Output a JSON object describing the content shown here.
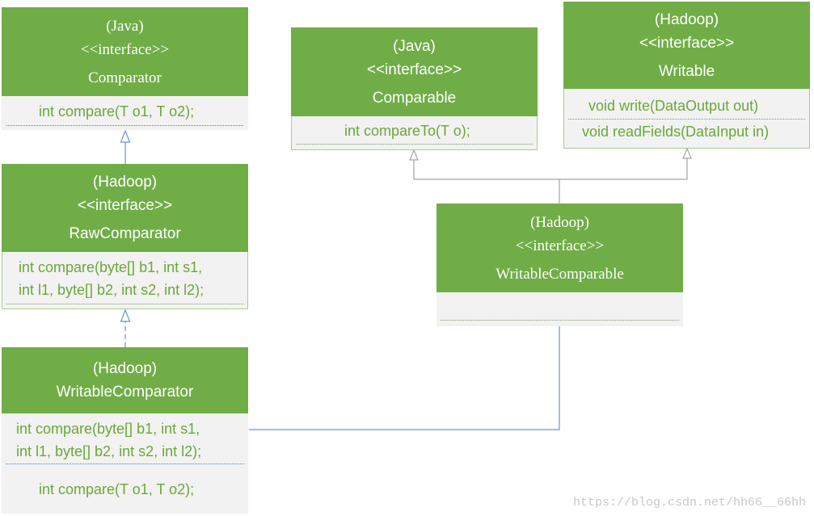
{
  "boxes": {
    "comparator": {
      "lang": "(Java)",
      "stereotype": "<<interface>>",
      "name": "Comparator",
      "methods": [
        "int compare(T o1, T o2);"
      ]
    },
    "raw_comparator": {
      "lang": "(Hadoop)",
      "stereotype": "<<interface>>",
      "name": "RawComparator",
      "methods": [
        "int compare(byte[] b1, int s1,",
        "int l1, byte[] b2, int s2, int l2);"
      ]
    },
    "writable_comparator": {
      "lang": "(Hadoop)",
      "name": "WritableComparator",
      "methods": [
        "int compare(byte[] b1, int s1,",
        "int l1, byte[] b2, int s2, int l2);",
        "int compare(T o1, T o2);"
      ]
    },
    "comparable": {
      "lang": "(Java)",
      "stereotype": "<<interface>>",
      "name": "Comparable",
      "methods": [
        "int compareTo(T o);"
      ]
    },
    "writable": {
      "lang": "(Hadoop)",
      "stereotype": "<<interface>>",
      "name": "Writable",
      "methods": [
        "void write(DataOutput out)",
        "void readFields(DataInput in)"
      ]
    },
    "writable_comparable": {
      "lang": "(Hadoop)",
      "stereotype": "<<interface>>",
      "name": "WritableComparable",
      "methods": []
    }
  },
  "colors": {
    "header_green": "#70ad47",
    "method_green": "#6aa838",
    "body_gray": "#f2f2f2",
    "connector_gray": "#a3a3a3",
    "connector_blue": "#6a94c8"
  },
  "watermark": "https://blog.csdn.net/hh66__66hh"
}
